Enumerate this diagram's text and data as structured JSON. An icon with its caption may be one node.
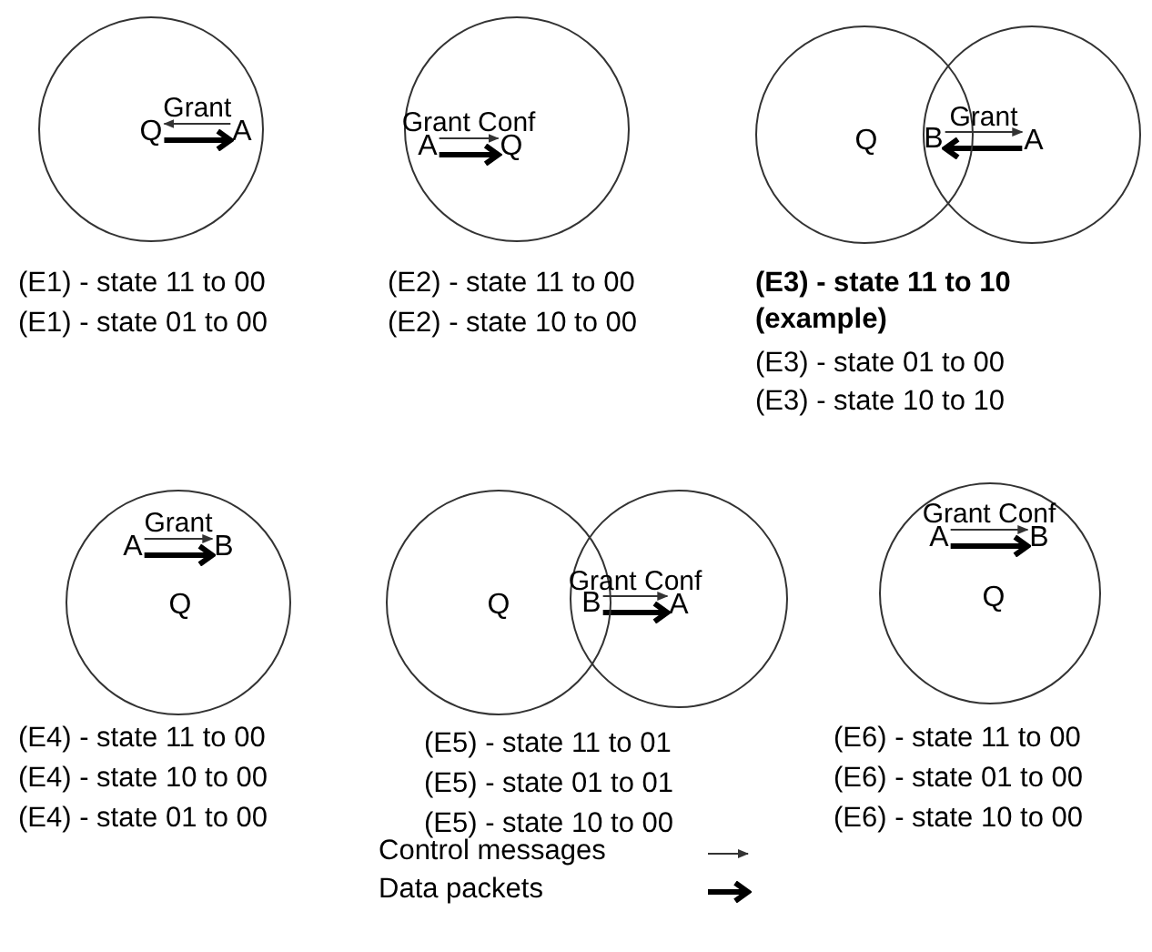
{
  "diagram": {
    "nodes": [
      {
        "text": [],
        "shape": "circle"
      },
      {
        "text": [
          "Q"
        ],
        "in": 0
      },
      {
        "text": [
          "A"
        ],
        "in": 0
      },
      {
        "text": [],
        "shape": "circle"
      },
      {
        "text": [
          "A"
        ],
        "in": 3
      },
      {
        "text": [
          "Q"
        ],
        "in": 3
      },
      {
        "text": [],
        "shape": "circle"
      },
      {
        "text": [],
        "shape": "circle"
      },
      {
        "text": [
          "Q"
        ],
        "in": 6
      },
      {
        "text": [
          "B"
        ]
      },
      {
        "text": [
          "A"
        ],
        "in": 7
      },
      {
        "text": [],
        "shape": "circle"
      },
      {
        "text": [
          "A"
        ],
        "in": 11
      },
      {
        "text": [
          "B"
        ],
        "in": 11
      },
      {
        "text": [
          "Q"
        ],
        "in": 11
      },
      {
        "text": [],
        "shape": "circle"
      },
      {
        "text": [],
        "shape": "circle"
      },
      {
        "text": [
          "Q"
        ],
        "in": 15
      },
      {
        "text": [
          "B"
        ]
      },
      {
        "text": [
          "A"
        ],
        "in": 16
      },
      {
        "text": [],
        "shape": "circle"
      },
      {
        "text": [
          "A"
        ],
        "in": 20
      },
      {
        "text": [
          "B"
        ],
        "in": 20
      },
      {
        "text": [
          "Q"
        ],
        "in": 20
      }
    ],
    "edges": [
      {
        "from": 2,
        "to": 1,
        "arrow": "to",
        "label": "Grant"
      },
      {
        "from": 1,
        "to": 2,
        "arrow": "to",
        "style": "thick"
      },
      {
        "from": 4,
        "to": 5,
        "arrow": "to",
        "label": "Grant Conf"
      },
      {
        "from": 4,
        "to": 5,
        "arrow": "to",
        "style": "thick"
      },
      {
        "from": 9,
        "to": 10,
        "arrow": "to",
        "label": "Grant"
      },
      {
        "from": 10,
        "to": 9,
        "arrow": "to",
        "style": "thick"
      },
      {
        "from": 12,
        "to": 13,
        "arrow": "to",
        "label": "Grant"
      },
      {
        "from": 12,
        "to": 13,
        "arrow": "to",
        "style": "thick"
      },
      {
        "from": 18,
        "to": 19,
        "arrow": "to",
        "label": "Grant Conf"
      },
      {
        "from": 18,
        "to": 19,
        "arrow": "to",
        "style": "thick"
      },
      {
        "from": 21,
        "to": 22,
        "arrow": "to",
        "label": "Grant Conf"
      },
      {
        "from": 21,
        "to": 22,
        "arrow": "to",
        "style": "thick"
      }
    ],
    "labels": [
      "(E1) - state 11 to 00",
      "(E1) - state 01 to 00",
      "(E2) - state 11 to 00",
      "(E2) - state 10 to 00",
      "(E3) - state 11 to 10 (example)",
      "(E3) - state 01 to 00",
      "(E3) - state 10 to 10",
      "(E4) - state 11 to 00",
      "(E4) - state 10 to 00",
      "(E4) - state 01 to 00",
      "(E5) - state 11 to 01",
      "(E5) - state 01 to 01",
      "(E5) - state 10 to 00",
      "(E6) - state 11 to 00",
      "(E6) - state 01 to 00",
      "(E6) - state 10 to 00"
    ],
    "legend": [
      {
        "text": "Control messages"
      },
      {
        "text": "Data packets"
      }
    ]
  }
}
